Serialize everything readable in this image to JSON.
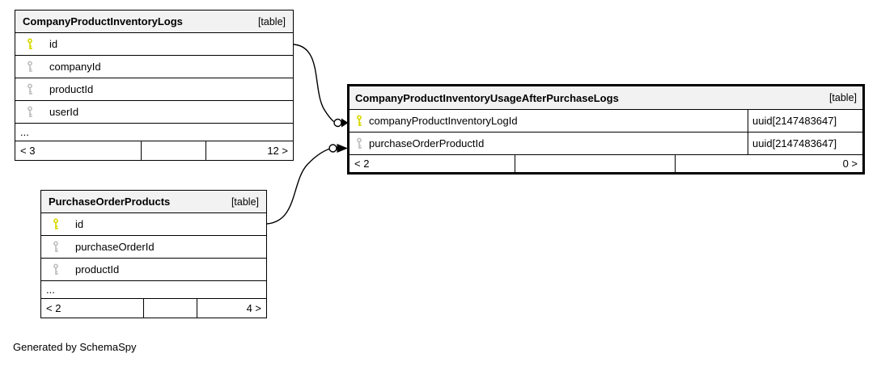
{
  "diagram_note": "Generated by SchemaSpy",
  "colors": {
    "primary_key": "#d9d900",
    "secondary_key": "#c0c0c0",
    "header_bg": "#f2f2f2",
    "border": "#000000"
  },
  "tables": [
    {
      "name": "CompanyProductInventoryLogs",
      "badge": "[table]",
      "emphasized": false,
      "columns": [
        {
          "name": "id",
          "key": "primary"
        },
        {
          "name": "companyId",
          "key": "secondary"
        },
        {
          "name": "productId",
          "key": "secondary"
        },
        {
          "name": "userId",
          "key": "secondary"
        }
      ],
      "ellipsis": "...",
      "footer": {
        "left": "< 3",
        "middle": "",
        "right": "12 >"
      }
    },
    {
      "name": "CompanyProductInventoryUsageAfterPurchaseLogs",
      "badge": "[table]",
      "emphasized": true,
      "columns": [
        {
          "name": "companyProductInventoryLogId",
          "key": "primary",
          "type": "uuid[2147483647]"
        },
        {
          "name": "purchaseOrderProductId",
          "key": "secondary",
          "type": "uuid[2147483647]"
        }
      ],
      "footer": {
        "left": "< 2",
        "middle": "",
        "right": "0 >"
      }
    },
    {
      "name": "PurchaseOrderProducts",
      "badge": "[table]",
      "emphasized": false,
      "columns": [
        {
          "name": "id",
          "key": "primary"
        },
        {
          "name": "purchaseOrderId",
          "key": "secondary"
        },
        {
          "name": "productId",
          "key": "secondary"
        }
      ],
      "ellipsis": "...",
      "footer": {
        "left": "< 2",
        "middle": "",
        "right": "4 >"
      }
    }
  ],
  "relationships": [
    {
      "from": "CompanyProductInventoryLogs.id",
      "to": "CompanyProductInventoryUsageAfterPurchaseLogs.companyProductInventoryLogId"
    },
    {
      "from": "PurchaseOrderProducts.id",
      "to": "CompanyProductInventoryUsageAfterPurchaseLogs.purchaseOrderProductId"
    }
  ]
}
